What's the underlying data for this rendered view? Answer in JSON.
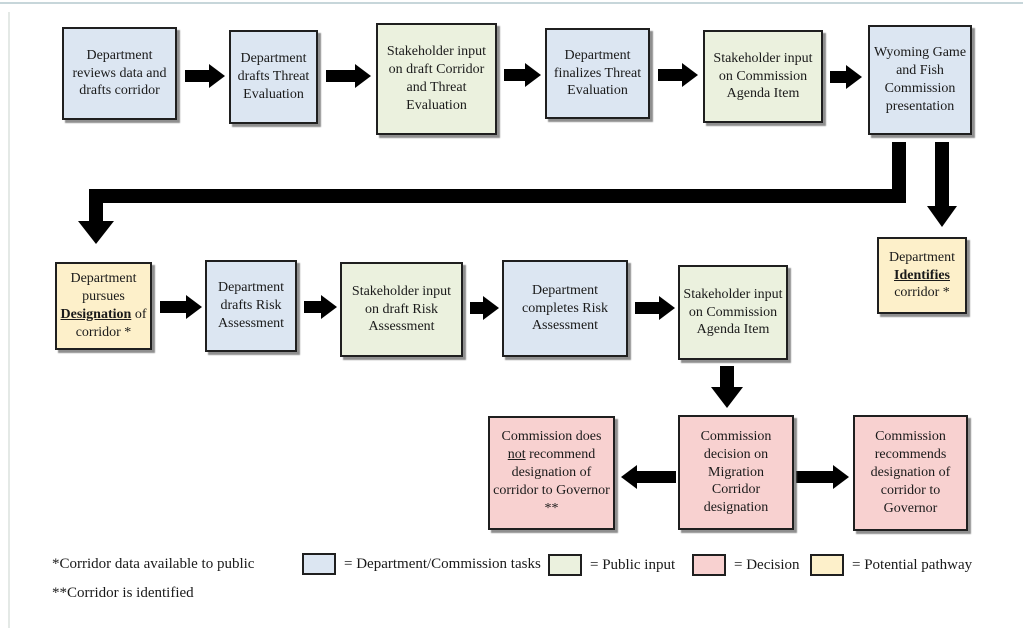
{
  "colors": {
    "task": "#dce6f2",
    "public": "#ebf1de",
    "decision": "#f8d1d0",
    "pathway": "#fdf0ca",
    "border": "#1f1f1f",
    "arrow": "#000000"
  },
  "boxes": {
    "review": {
      "text": "Department reviews data and drafts corridor",
      "type": "task"
    },
    "draft_threat": {
      "text": "Department drafts Threat Evaluation",
      "type": "task"
    },
    "stakeholder_corridor_threat": {
      "text": "Stakeholder input on draft Corridor and Threat Evaluation",
      "type": "public"
    },
    "finalize_threat": {
      "text": "Department finalizes Threat Evaluation",
      "type": "task"
    },
    "stakeholder_agenda_1": {
      "text": "Stakeholder input on Commission Agenda Item",
      "type": "public"
    },
    "commission_presentation": {
      "text": "Wyoming Game and Fish Commission presentation",
      "type": "task"
    },
    "identify": {
      "type": "pathway",
      "segments": [
        {
          "t": "Department "
        },
        {
          "t": "Identifies",
          "b": true,
          "u": true
        },
        {
          "t": " corridor *"
        }
      ]
    },
    "pursue": {
      "type": "pathway",
      "segments": [
        {
          "t": "Department pursues "
        },
        {
          "t": "Designation",
          "b": true,
          "u": true
        },
        {
          "t": " of corridor *"
        }
      ]
    },
    "draft_risk": {
      "text": "Department drafts Risk Assessment",
      "type": "task"
    },
    "stakeholder_risk": {
      "text": "Stakeholder input on draft Risk Assessment",
      "type": "public"
    },
    "complete_risk": {
      "text": "Department completes Risk Assessment",
      "type": "task"
    },
    "stakeholder_agenda_2": {
      "text": "Stakeholder input on Commission Agenda Item",
      "type": "public"
    },
    "not_recommend": {
      "type": "decision",
      "segments": [
        {
          "t": "Commission does "
        },
        {
          "t": "not",
          "u": true
        },
        {
          "t": " recommend designation of corridor to Governor **"
        }
      ]
    },
    "decision_box": {
      "text": "Commission decision on Migration Corridor designation",
      "type": "decision"
    },
    "recommend": {
      "text": "Commission recommends designation of corridor to Governor",
      "type": "decision"
    }
  },
  "footnotes": [
    "*Corridor data available to public",
    "**Corridor is identified"
  ],
  "legend": [
    {
      "label": "= Department/Commission tasks",
      "type": "task"
    },
    {
      "label": "= Public input",
      "type": "public"
    },
    {
      "label": "= Decision",
      "type": "decision"
    },
    {
      "label": "= Potential pathway",
      "type": "pathway"
    }
  ]
}
